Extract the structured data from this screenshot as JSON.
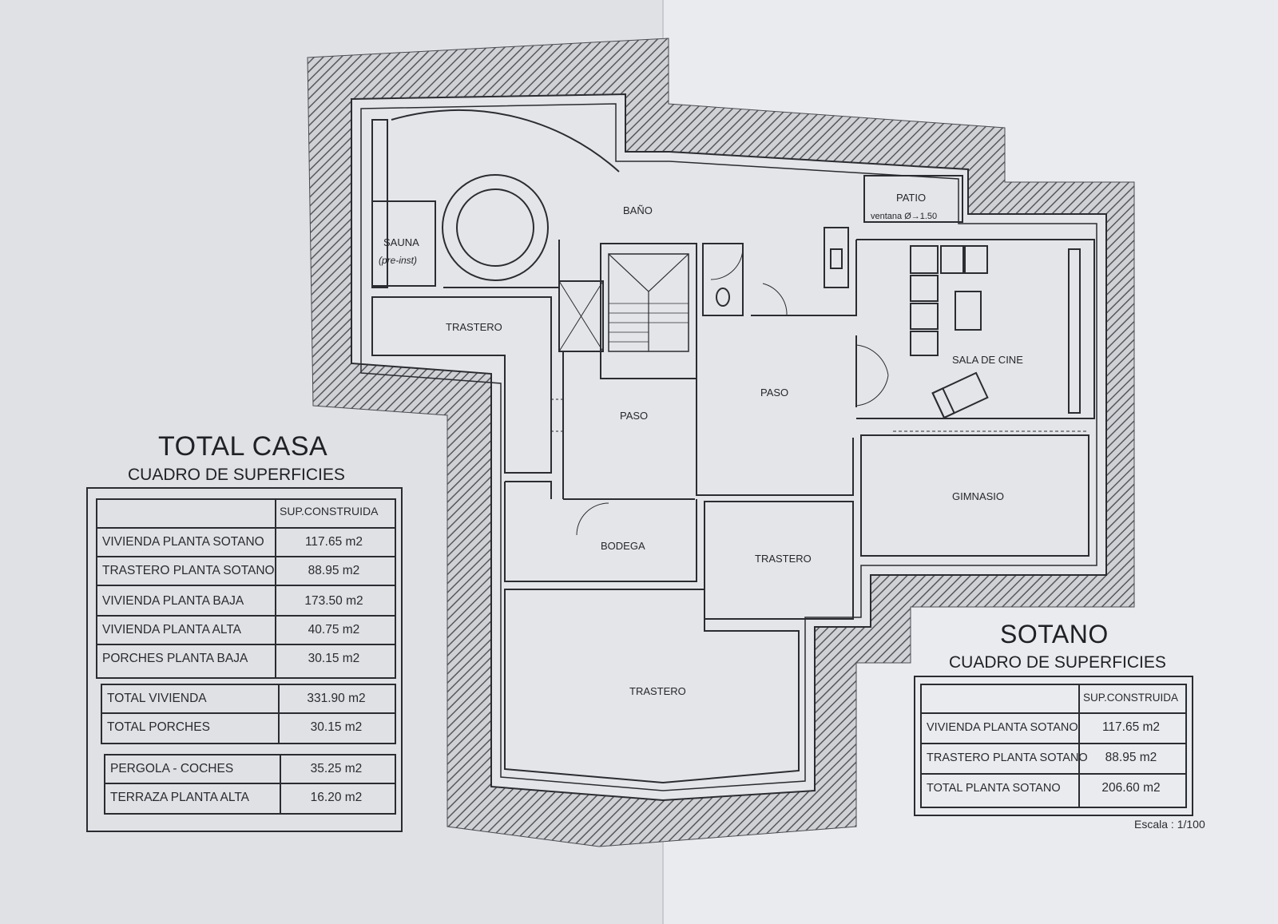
{
  "rooms": {
    "bano": "BAÑO",
    "patio": "PATIO",
    "patio_note": "ventana Ø→1.50",
    "sauna": "SAUNA",
    "sauna_note": "(pre-inst)",
    "trastero_1": "TRASTERO",
    "paso_1": "PASO",
    "paso_2": "PASO",
    "sala_cine": "SALA DE CINE",
    "gimnasio": "GIMNASIO",
    "bodega": "BODEGA",
    "trastero_2": "TRASTERO",
    "trastero_3": "TRASTERO"
  },
  "total_casa": {
    "title": "TOTAL CASA",
    "subtitle": "CUADRO DE SUPERFICIES",
    "header": "SUP.CONSTRUIDA",
    "group1": [
      {
        "name": "VIVIENDA PLANTA SOTANO",
        "value": "117.65  m2"
      },
      {
        "name": "TRASTERO PLANTA SOTANO",
        "value": "88.95  m2"
      },
      {
        "name": "VIVIENDA PLANTA BAJA",
        "value": "173.50  m2"
      },
      {
        "name": "VIVIENDA PLANTA ALTA",
        "value": "40.75  m2"
      },
      {
        "name": "PORCHES PLANTA BAJA",
        "value": "30.15  m2"
      }
    ],
    "group2": [
      {
        "name": "TOTAL VIVIENDA",
        "value": "331.90  m2"
      },
      {
        "name": "TOTAL PORCHES",
        "value": "30.15  m2"
      }
    ],
    "group3": [
      {
        "name": "PERGOLA - COCHES",
        "value": "35.25  m2"
      },
      {
        "name": "TERRAZA PLANTA ALTA",
        "value": "16.20  m2"
      }
    ]
  },
  "sotano": {
    "title": "SOTANO",
    "subtitle": "CUADRO DE SUPERFICIES",
    "header": "SUP.CONSTRUIDA",
    "rows": [
      {
        "name": "VIVIENDA PLANTA SOTANO",
        "value": "117.65  m2"
      },
      {
        "name": "TRASTERO PLANTA SOTANO",
        "value": "88.95  m2"
      },
      {
        "name": "TOTAL PLANTA SOTANO",
        "value": "206.60  m2"
      }
    ]
  },
  "scale": "Escala : 1/100",
  "colors": {
    "paper": "#e4e6e9",
    "ink": "#2b2c31",
    "hatch": "#55575d"
  }
}
